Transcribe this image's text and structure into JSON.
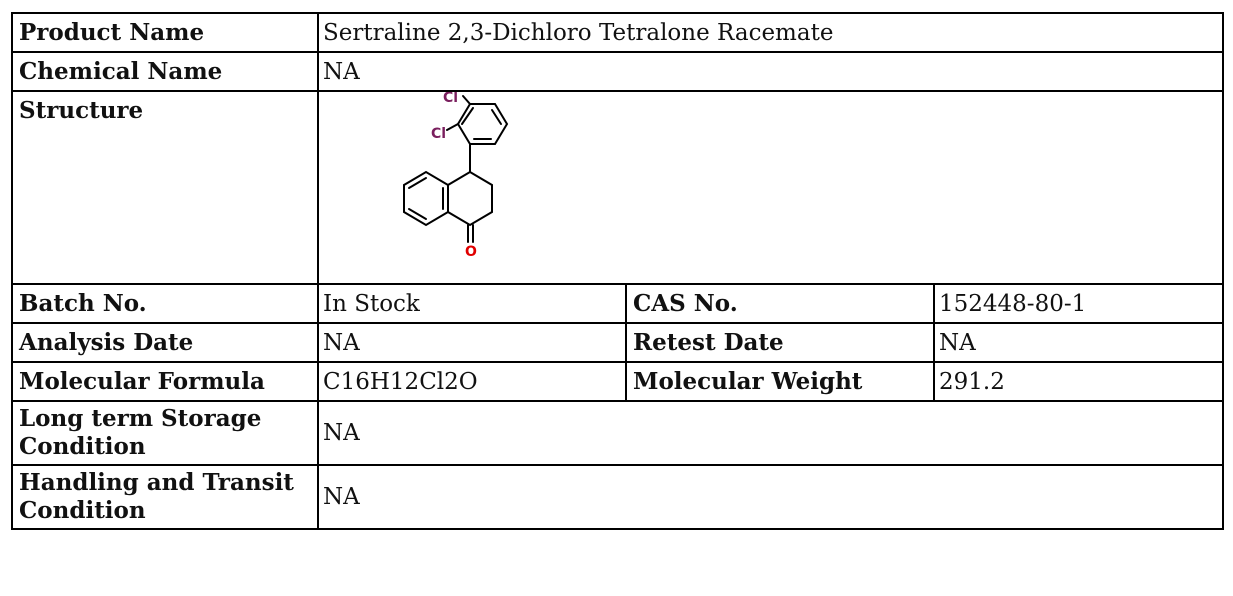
{
  "product": {
    "label": "Product Name",
    "value": "Sertraline 2,3-Dichloro Tetralone Racemate"
  },
  "chemical_name": {
    "label": "Chemical Name",
    "value": "NA"
  },
  "structure": {
    "label": "Structure",
    "atoms": {
      "cl1": "Cl",
      "cl2": "Cl",
      "o": "O"
    },
    "colors": {
      "chlorine": "#7a1f5e",
      "oxygen": "#e00000",
      "bond": "#000000"
    }
  },
  "batch": {
    "label": "Batch No.",
    "value": "In Stock"
  },
  "cas": {
    "label": "CAS No.",
    "value": "152448-80-1"
  },
  "analysis_date": {
    "label": "Analysis Date",
    "value": "NA"
  },
  "retest_date": {
    "label": "Retest Date",
    "value": "NA"
  },
  "molecular_formula": {
    "label": "Molecular Formula",
    "value": "C16H12Cl2O"
  },
  "molecular_weight": {
    "label": "Molecular Weight",
    "value": "291.2"
  },
  "storage": {
    "label": "Long term Storage Condition",
    "value": "NA"
  },
  "handling": {
    "label": "Handling and Transit Condition",
    "value": "NA"
  }
}
